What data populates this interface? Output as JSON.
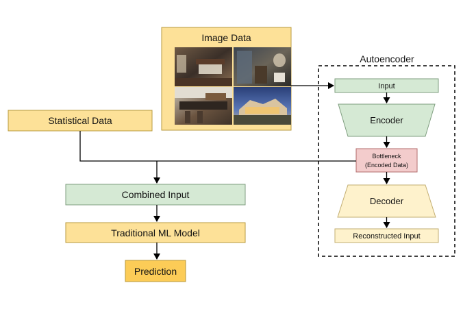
{
  "diagram": {
    "image_data": {
      "title": "Image Data",
      "photos": [
        "bedroom-photo",
        "bathroom-photo",
        "kitchen-photo",
        "house-exterior-photo"
      ]
    },
    "statistical_data": {
      "label": "Statistical Data"
    },
    "combined_input": {
      "label": "Combined Input"
    },
    "ml_model": {
      "label": "Traditional ML Model"
    },
    "prediction": {
      "label": "Prediction"
    },
    "autoencoder": {
      "title": "Autoencoder",
      "input": "Input",
      "encoder": "Encoder",
      "bottleneck_line1": "Bottleneck",
      "bottleneck_line2": "(Encoded Data)",
      "decoder": "Decoder",
      "reconstructed": "Reconstructed Input"
    }
  },
  "colors": {
    "yellow": "#fde198",
    "yellow_border": "#b89a3e",
    "orange": "#fccc57",
    "green": "#d5e9d4",
    "green_border": "#7f9e7f",
    "pink": "#f3cccc",
    "pink_border": "#b26b6b",
    "cream": "#fef2cc",
    "cream_border": "#c2ad70",
    "line": "#000000"
  }
}
